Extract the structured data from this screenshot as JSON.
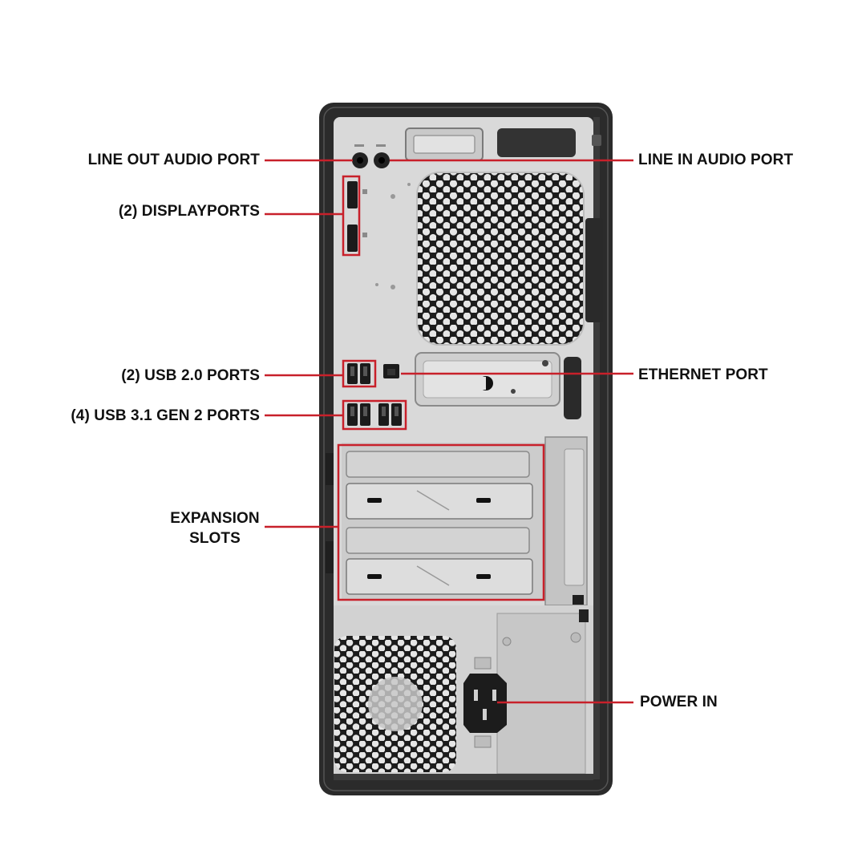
{
  "colors": {
    "callout": "#c8202a",
    "case_frame": "#2b2b2b",
    "panel": "#d9d9d9",
    "label_text": "#111111"
  },
  "labels": {
    "line_out": "LINE OUT AUDIO PORT",
    "displayports": "(2) DISPLAYPORTS",
    "usb2": "(2) USB 2.0 PORTS",
    "usb31": "(4) USB 3.1 GEN 2 PORTS",
    "expansion_line1": "EXPANSION",
    "expansion_line2": "SLOTS",
    "line_in": "LINE IN AUDIO PORT",
    "ethernet": "ETHERNET PORT",
    "power_in": "POWER IN"
  },
  "icons": [
    "audio-jack-icon",
    "displayport-icon",
    "usb-port-icon",
    "ethernet-port-icon",
    "fan-grille-icon",
    "power-socket-icon"
  ]
}
